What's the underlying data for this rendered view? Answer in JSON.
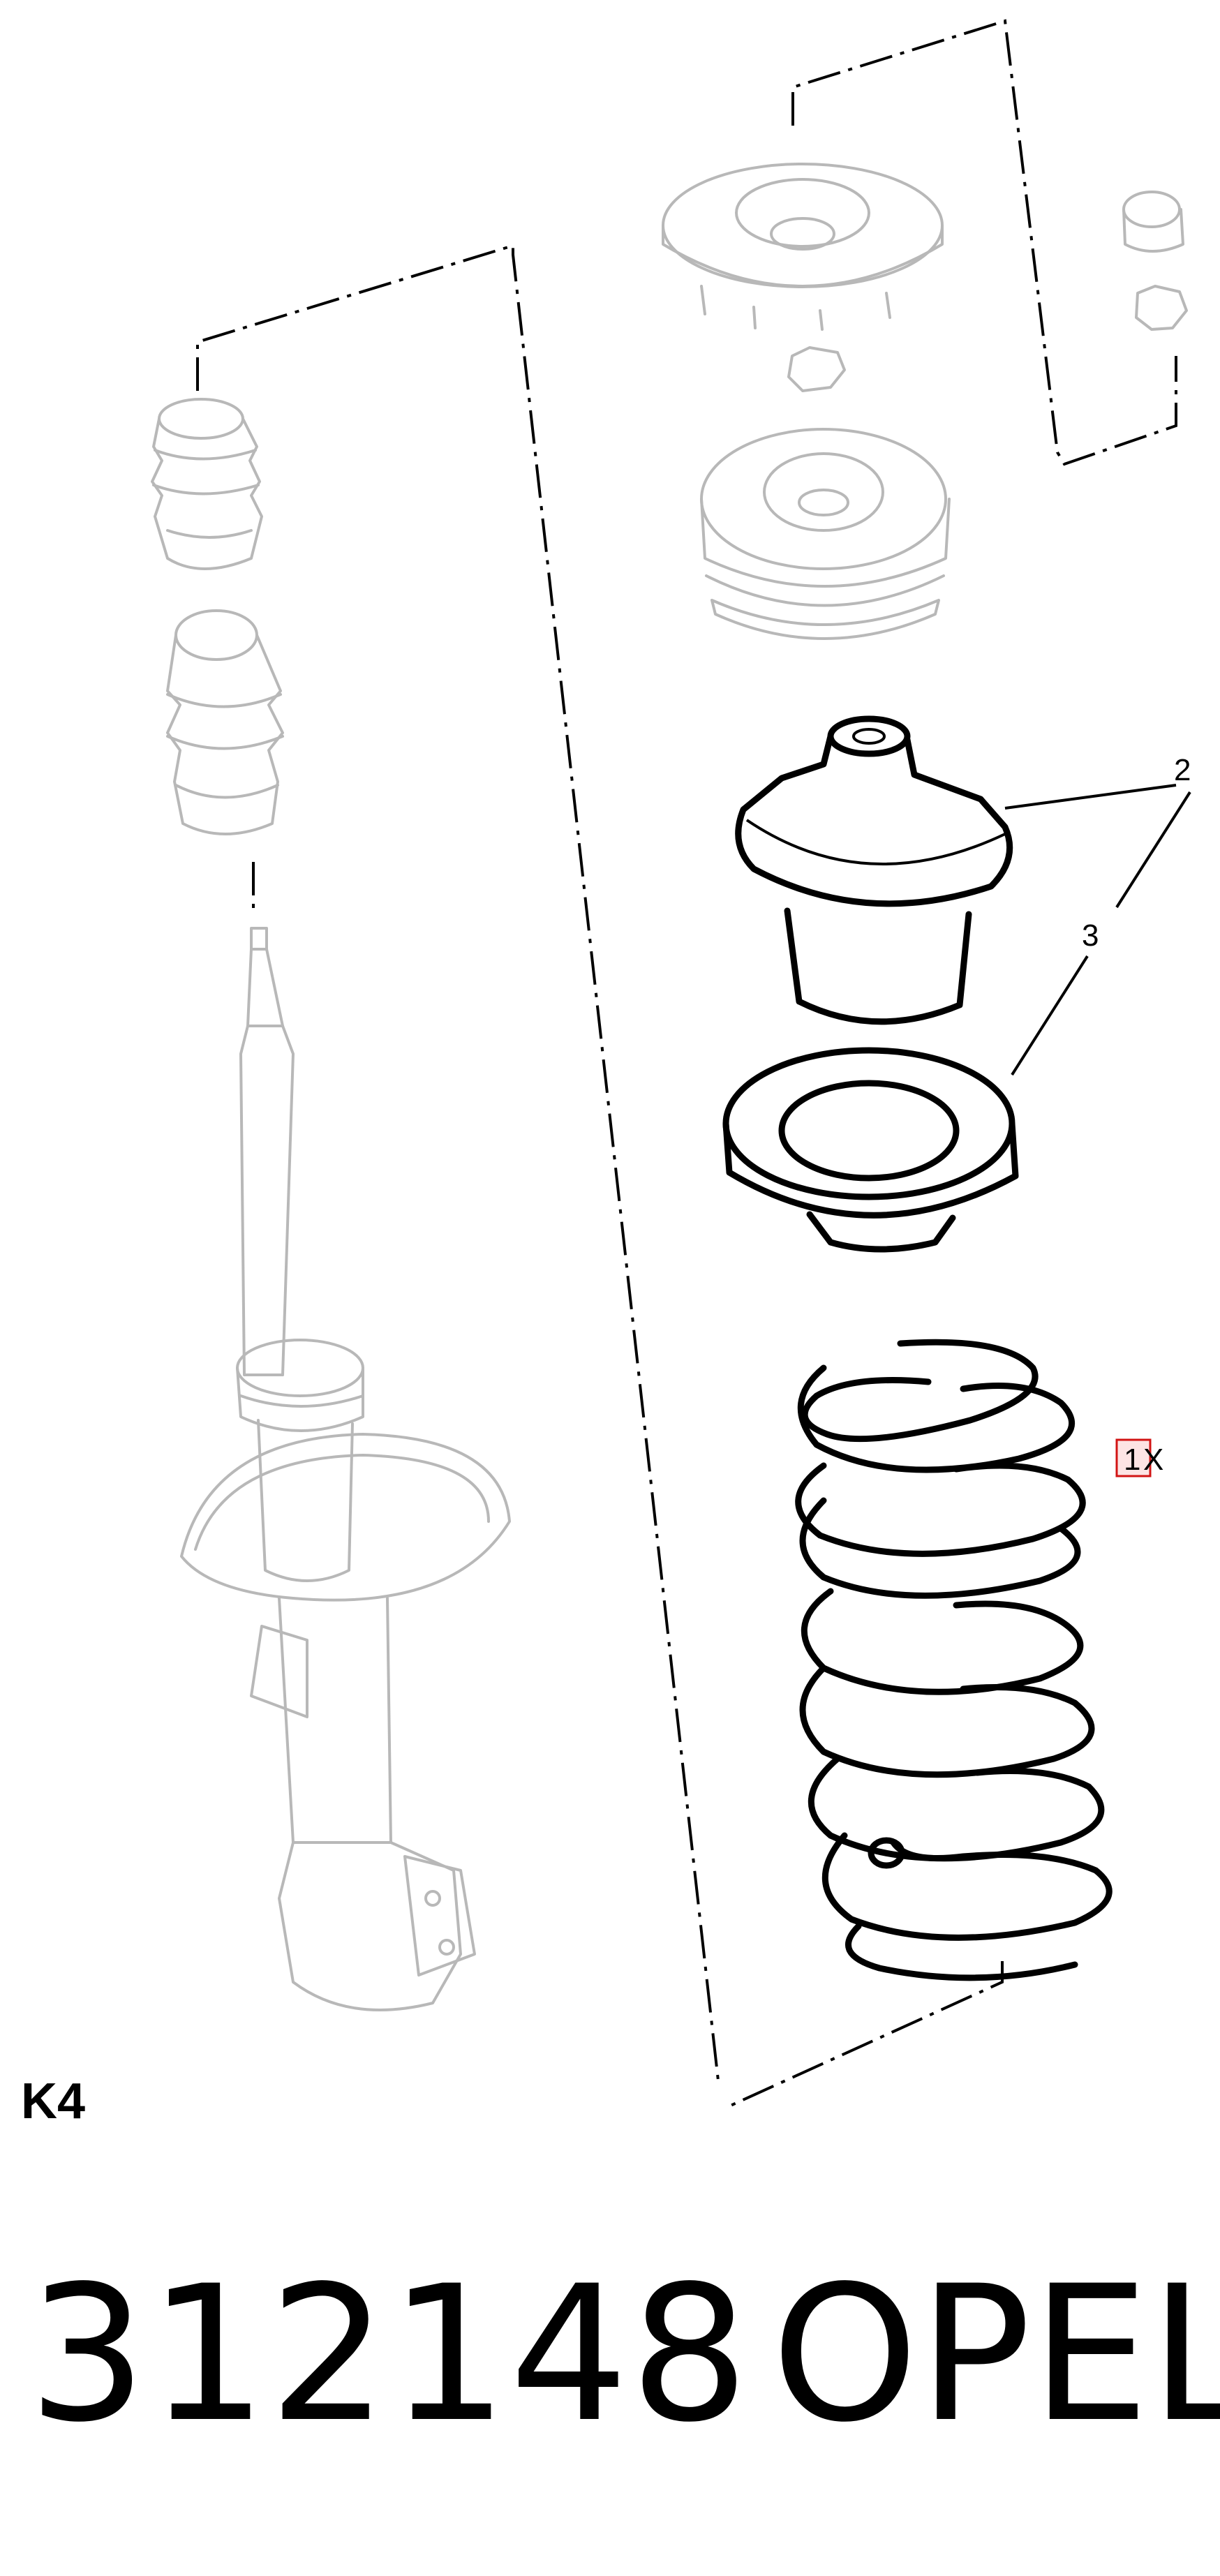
{
  "diagram": {
    "callouts": [
      "1",
      "2",
      "3"
    ],
    "quantity_suffix": "X"
  },
  "footer": {
    "group_label": "K4",
    "part_number": "312148",
    "brand": "OPEL"
  }
}
